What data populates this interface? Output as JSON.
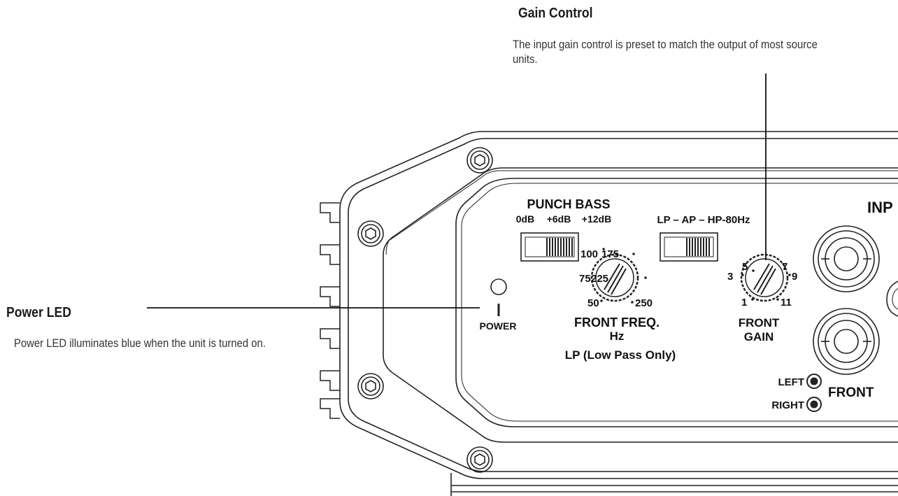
{
  "callouts": {
    "gain": {
      "title": "Gain Control",
      "text": "The input gain control is preset to match the output of most source units."
    },
    "power": {
      "title": "Power LED",
      "text": "Power LED illuminates blue when the unit is turned on."
    }
  },
  "panel": {
    "punch_bass": {
      "title": "PUNCH BASS",
      "options": [
        "0dB",
        "+6dB",
        "+12dB"
      ]
    },
    "crossover_switch": {
      "label": "LP – AP – HP-80Hz"
    },
    "front_freq": {
      "scale": [
        "100",
        "175",
        "75",
        "225",
        "50",
        "250"
      ],
      "title": "FRONT FREQ.",
      "unit": "Hz",
      "note": "LP (Low Pass Only)"
    },
    "front_gain": {
      "scale": [
        "5",
        "7",
        "3",
        "9",
        "1",
        "11"
      ],
      "title": "FRONT",
      "title2": "GAIN"
    },
    "power_label": "POWER",
    "input_label": "INP",
    "channel_left": "LEFT",
    "channel_right": "RIGHT",
    "channel_group": "FRONT"
  }
}
